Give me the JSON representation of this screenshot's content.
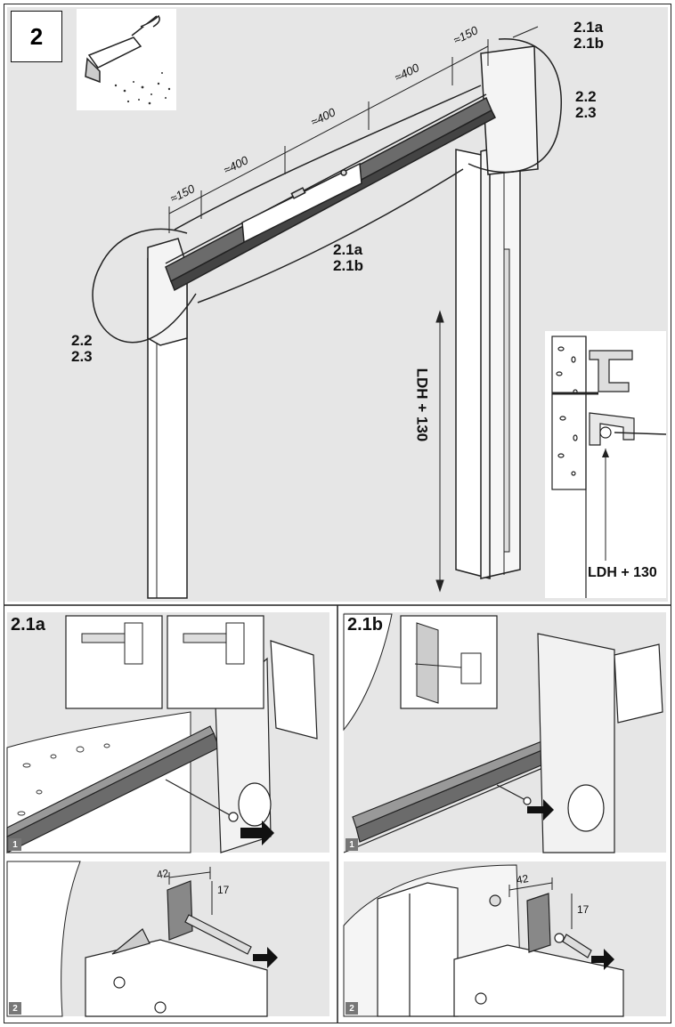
{
  "step": "2",
  "top_labels": {
    "ref_top_right_a": "2.1a",
    "ref_top_right_b": "2.1b",
    "ref_right_a": "2.2",
    "ref_right_b": "2.3",
    "ref_center_a": "2.1a",
    "ref_center_b": "2.1b",
    "ref_left_a": "2.2",
    "ref_left_b": "2.3",
    "ldh_vertical": "LDH + 130",
    "ldh_detail": "LDH + 130"
  },
  "spacing_dims": [
    "≈150",
    "≈400",
    "≈400",
    "≈400",
    "≈150"
  ],
  "section_a": {
    "title": "2.1a",
    "sub1": "1",
    "sub2": "2",
    "dim_width": "42",
    "dim_height": "17"
  },
  "section_b": {
    "title": "2.1b",
    "sub1": "1",
    "sub2": "2",
    "dim_width": "42",
    "dim_height": "17"
  },
  "colors": {
    "panel": "#e6e6e6",
    "rail": "#6b6b6b",
    "line": "#222222"
  }
}
